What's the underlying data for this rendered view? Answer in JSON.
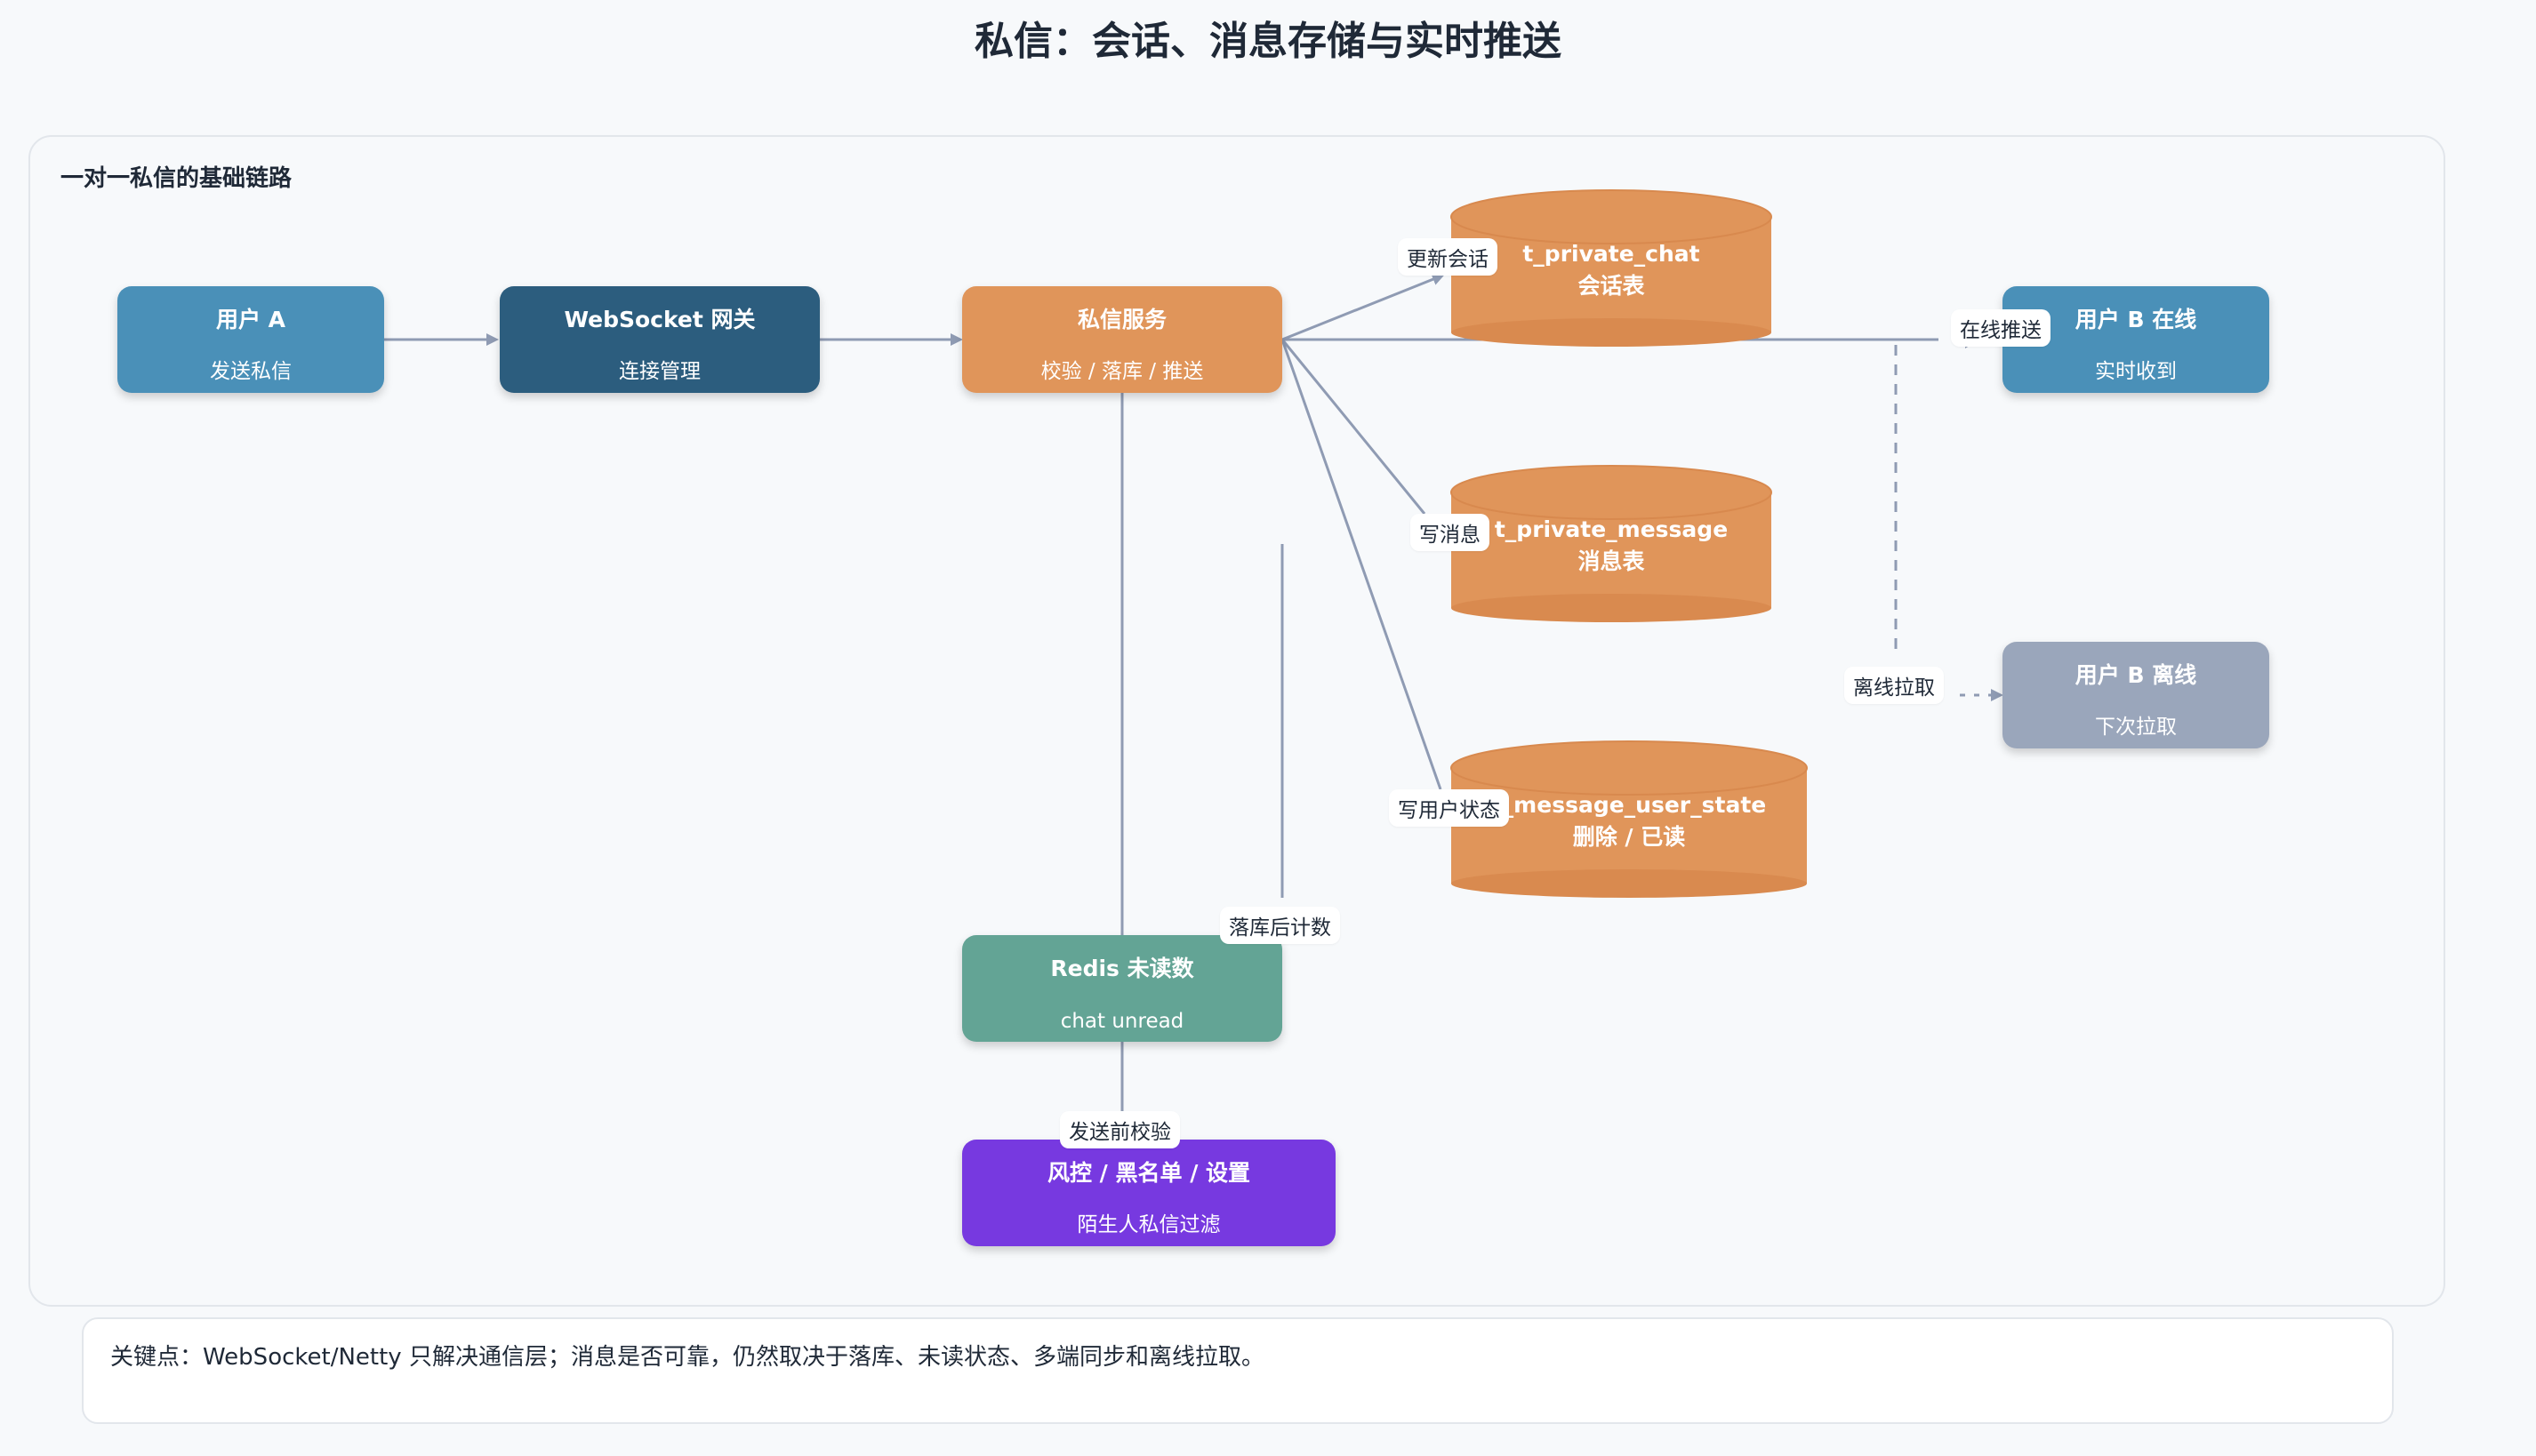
{
  "title": "私信：会话、消息存储与实时推送",
  "frame_title": "一对一私信的基础链路",
  "colors": {
    "blue": "#4a90b8",
    "dark_blue": "#2c5d7e",
    "orange": "#e0955a",
    "green": "#63a495",
    "purple": "#7739e0",
    "gray": "#9aa6bb",
    "edge": "#8f9bb3"
  },
  "nodes": {
    "user_a": {
      "title": "用户 A",
      "sub": "发送私信"
    },
    "gateway": {
      "title": "WebSocket 网关",
      "sub": "连接管理"
    },
    "dm_service": {
      "title": "私信服务",
      "sub": "校验 / 落库 / 推送"
    },
    "user_b_online": {
      "title": "用户 B 在线",
      "sub": "实时收到"
    },
    "user_b_offline": {
      "title": "用户 B 离线",
      "sub": "下次拉取"
    },
    "redis": {
      "title": "Redis 未读数",
      "sub": "chat unread"
    },
    "risk": {
      "title": "风控 / 黑名单 / 设置",
      "sub": "陌生人私信过滤"
    }
  },
  "databases": {
    "chat": {
      "name": "t_private_chat",
      "desc": "会话表"
    },
    "message": {
      "name": "t_private_message",
      "desc": "消息表"
    },
    "state": {
      "name": "t_message_user_state",
      "desc": "删除 / 已读"
    }
  },
  "edge_labels": {
    "update_chat": "更新会话",
    "write_message": "写消息",
    "write_state": "写用户状态",
    "online_push": "在线推送",
    "offline_pull": "离线拉取",
    "count_after_save": "落库后计数",
    "pre_check": "发送前校验"
  },
  "note": "关键点：WebSocket/Netty 只解决通信层；消息是否可靠，仍然取决于落库、未读状态、多端同步和离线拉取。"
}
